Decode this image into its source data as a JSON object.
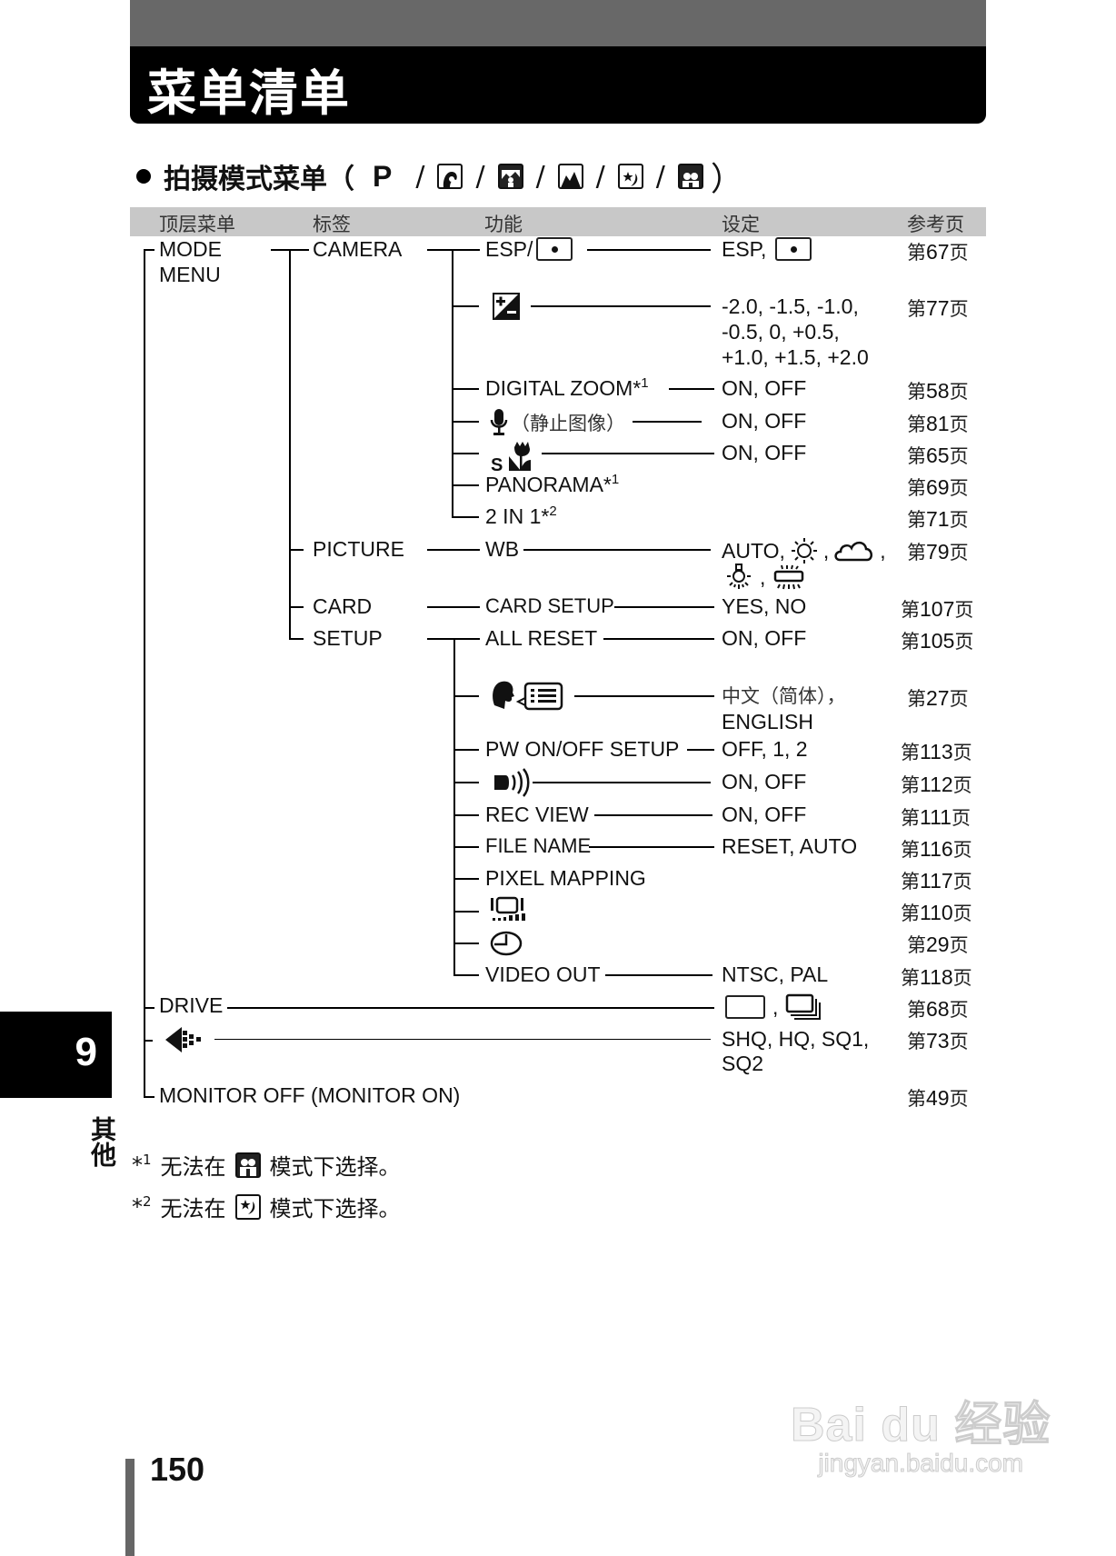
{
  "page": {
    "title": "菜单清单",
    "section_heading": "拍摄模式菜单（",
    "section_heading_close": "）",
    "section_modes": [
      "P",
      "portrait-icon",
      "landscape-portrait-icon",
      "landscape-icon",
      "night-scene-icon",
      "self-portrait-icon"
    ],
    "slash": "/",
    "chapter_number": "9",
    "chapter_label": "其他",
    "page_number": "150",
    "watermark_logo": "Bai du 经验",
    "watermark_url": "jingyan.baidu.com"
  },
  "table": {
    "headers": {
      "top_menu": "顶层菜单",
      "tab": "标签",
      "function": "功能",
      "setting": "设定",
      "reference": "参考页"
    },
    "top_menu": {
      "mode_menu_line1": "MODE",
      "mode_menu_line2": "MENU",
      "drive": "DRIVE",
      "quality_icon": "image-quality-icon",
      "monitor": "MONITOR OFF (MONITOR ON)"
    },
    "tabs": {
      "camera": "CAMERA",
      "picture": "PICTURE",
      "card": "CARD",
      "setup": "SETUP"
    },
    "rows": [
      {
        "function": "ESP/",
        "function_icon": "spot-metering-icon",
        "setting": "ESP,",
        "setting_icon": "spot-metering-icon",
        "ref_prefix": "第",
        "ref_num": "67",
        "ref_suffix": "页"
      },
      {
        "function_icon": "exposure-compensation-icon",
        "setting_line1": "-2.0, -1.5, -1.0,",
        "setting_line2": "-0.5, 0, +0.5,",
        "setting_line3": "+1.0, +1.5, +2.0",
        "ref_prefix": "第",
        "ref_num": "77",
        "ref_suffix": "页"
      },
      {
        "function": "DIGITAL ZOOM*",
        "sup": "1",
        "setting": "ON, OFF",
        "ref_prefix": "第",
        "ref_num": "58",
        "ref_suffix": "页"
      },
      {
        "function_icon": "microphone-icon",
        "function": "（静止图像）",
        "setting": "ON, OFF",
        "ref_prefix": "第",
        "ref_num": "81",
        "ref_suffix": "页"
      },
      {
        "function_icon": "super-macro-icon",
        "setting": "ON, OFF",
        "ref_prefix": "第",
        "ref_num": "65",
        "ref_suffix": "页"
      },
      {
        "function": "PANORAMA*",
        "sup": "1",
        "ref_prefix": "第",
        "ref_num": "69",
        "ref_suffix": "页"
      },
      {
        "function": "2 IN 1*",
        "sup": "2",
        "ref_prefix": "第",
        "ref_num": "71",
        "ref_suffix": "页"
      },
      {
        "function": "WB",
        "setting": "AUTO,",
        "setting_icons": [
          "sunny-icon",
          "cloudy-icon",
          "tungsten-icon",
          "fluorescent-icon"
        ],
        "ref_prefix": "第",
        "ref_num": "79",
        "ref_suffix": "页"
      },
      {
        "function": "CARD SETUP",
        "setting": "YES, NO",
        "ref_prefix": "第",
        "ref_num": "107",
        "ref_suffix": "页"
      },
      {
        "function": "ALL RESET",
        "setting": "ON, OFF",
        "ref_prefix": "第",
        "ref_num": "105",
        "ref_suffix": "页"
      },
      {
        "function_icon": "language-icon",
        "setting_line1": "中文（简体），",
        "setting_line2": "ENGLISH",
        "ref_prefix": "第",
        "ref_num": "27",
        "ref_suffix": "页"
      },
      {
        "function": "PW ON/OFF SETUP",
        "setting": "OFF, 1, 2",
        "ref_prefix": "第",
        "ref_num": "113",
        "ref_suffix": "页"
      },
      {
        "function_icon": "beep-sound-icon",
        "setting": "ON, OFF",
        "ref_prefix": "第",
        "ref_num": "112",
        "ref_suffix": "页"
      },
      {
        "function": "REC VIEW",
        "setting": "ON, OFF",
        "ref_prefix": "第",
        "ref_num": "111",
        "ref_suffix": "页"
      },
      {
        "function": "FILE NAME",
        "setting": "RESET, AUTO",
        "ref_prefix": "第",
        "ref_num": "116",
        "ref_suffix": "页"
      },
      {
        "function": "PIXEL MAPPING",
        "ref_prefix": "第",
        "ref_num": "117",
        "ref_suffix": "页"
      },
      {
        "function_icon": "monitor-brightness-icon",
        "ref_prefix": "第",
        "ref_num": "110",
        "ref_suffix": "页"
      },
      {
        "function_icon": "clock-icon",
        "ref_prefix": "第",
        "ref_num": "29",
        "ref_suffix": "页"
      },
      {
        "function": "VIDEO OUT",
        "setting": "NTSC, PAL",
        "ref_prefix": "第",
        "ref_num": "118",
        "ref_suffix": "页"
      },
      {
        "setting_icons": [
          "single-frame-icon",
          "sequential-icon"
        ],
        "setting": ",",
        "ref_prefix": "第",
        "ref_num": "68",
        "ref_suffix": "页"
      },
      {
        "setting_line1": "SHQ, HQ, SQ1,",
        "setting_line2": "SQ2",
        "ref_prefix": "第",
        "ref_num": "73",
        "ref_suffix": "页"
      },
      {
        "ref_prefix": "第",
        "ref_num": "49",
        "ref_suffix": "页"
      }
    ]
  },
  "notes": [
    {
      "mark": "*",
      "sup": "1",
      "text_before": "无法在",
      "icon": "self-portrait-icon",
      "text_after": "模式下选择。"
    },
    {
      "mark": "*",
      "sup": "2",
      "text_before": "无法在",
      "icon": "night-scene-icon",
      "text_after": "模式下选择。"
    }
  ],
  "colors": {
    "header_gray": "#686868",
    "header_black": "#000000",
    "table_header_bg": "#c8c8c8",
    "chapter_tab": "#000000",
    "page_bar": "#666666"
  }
}
